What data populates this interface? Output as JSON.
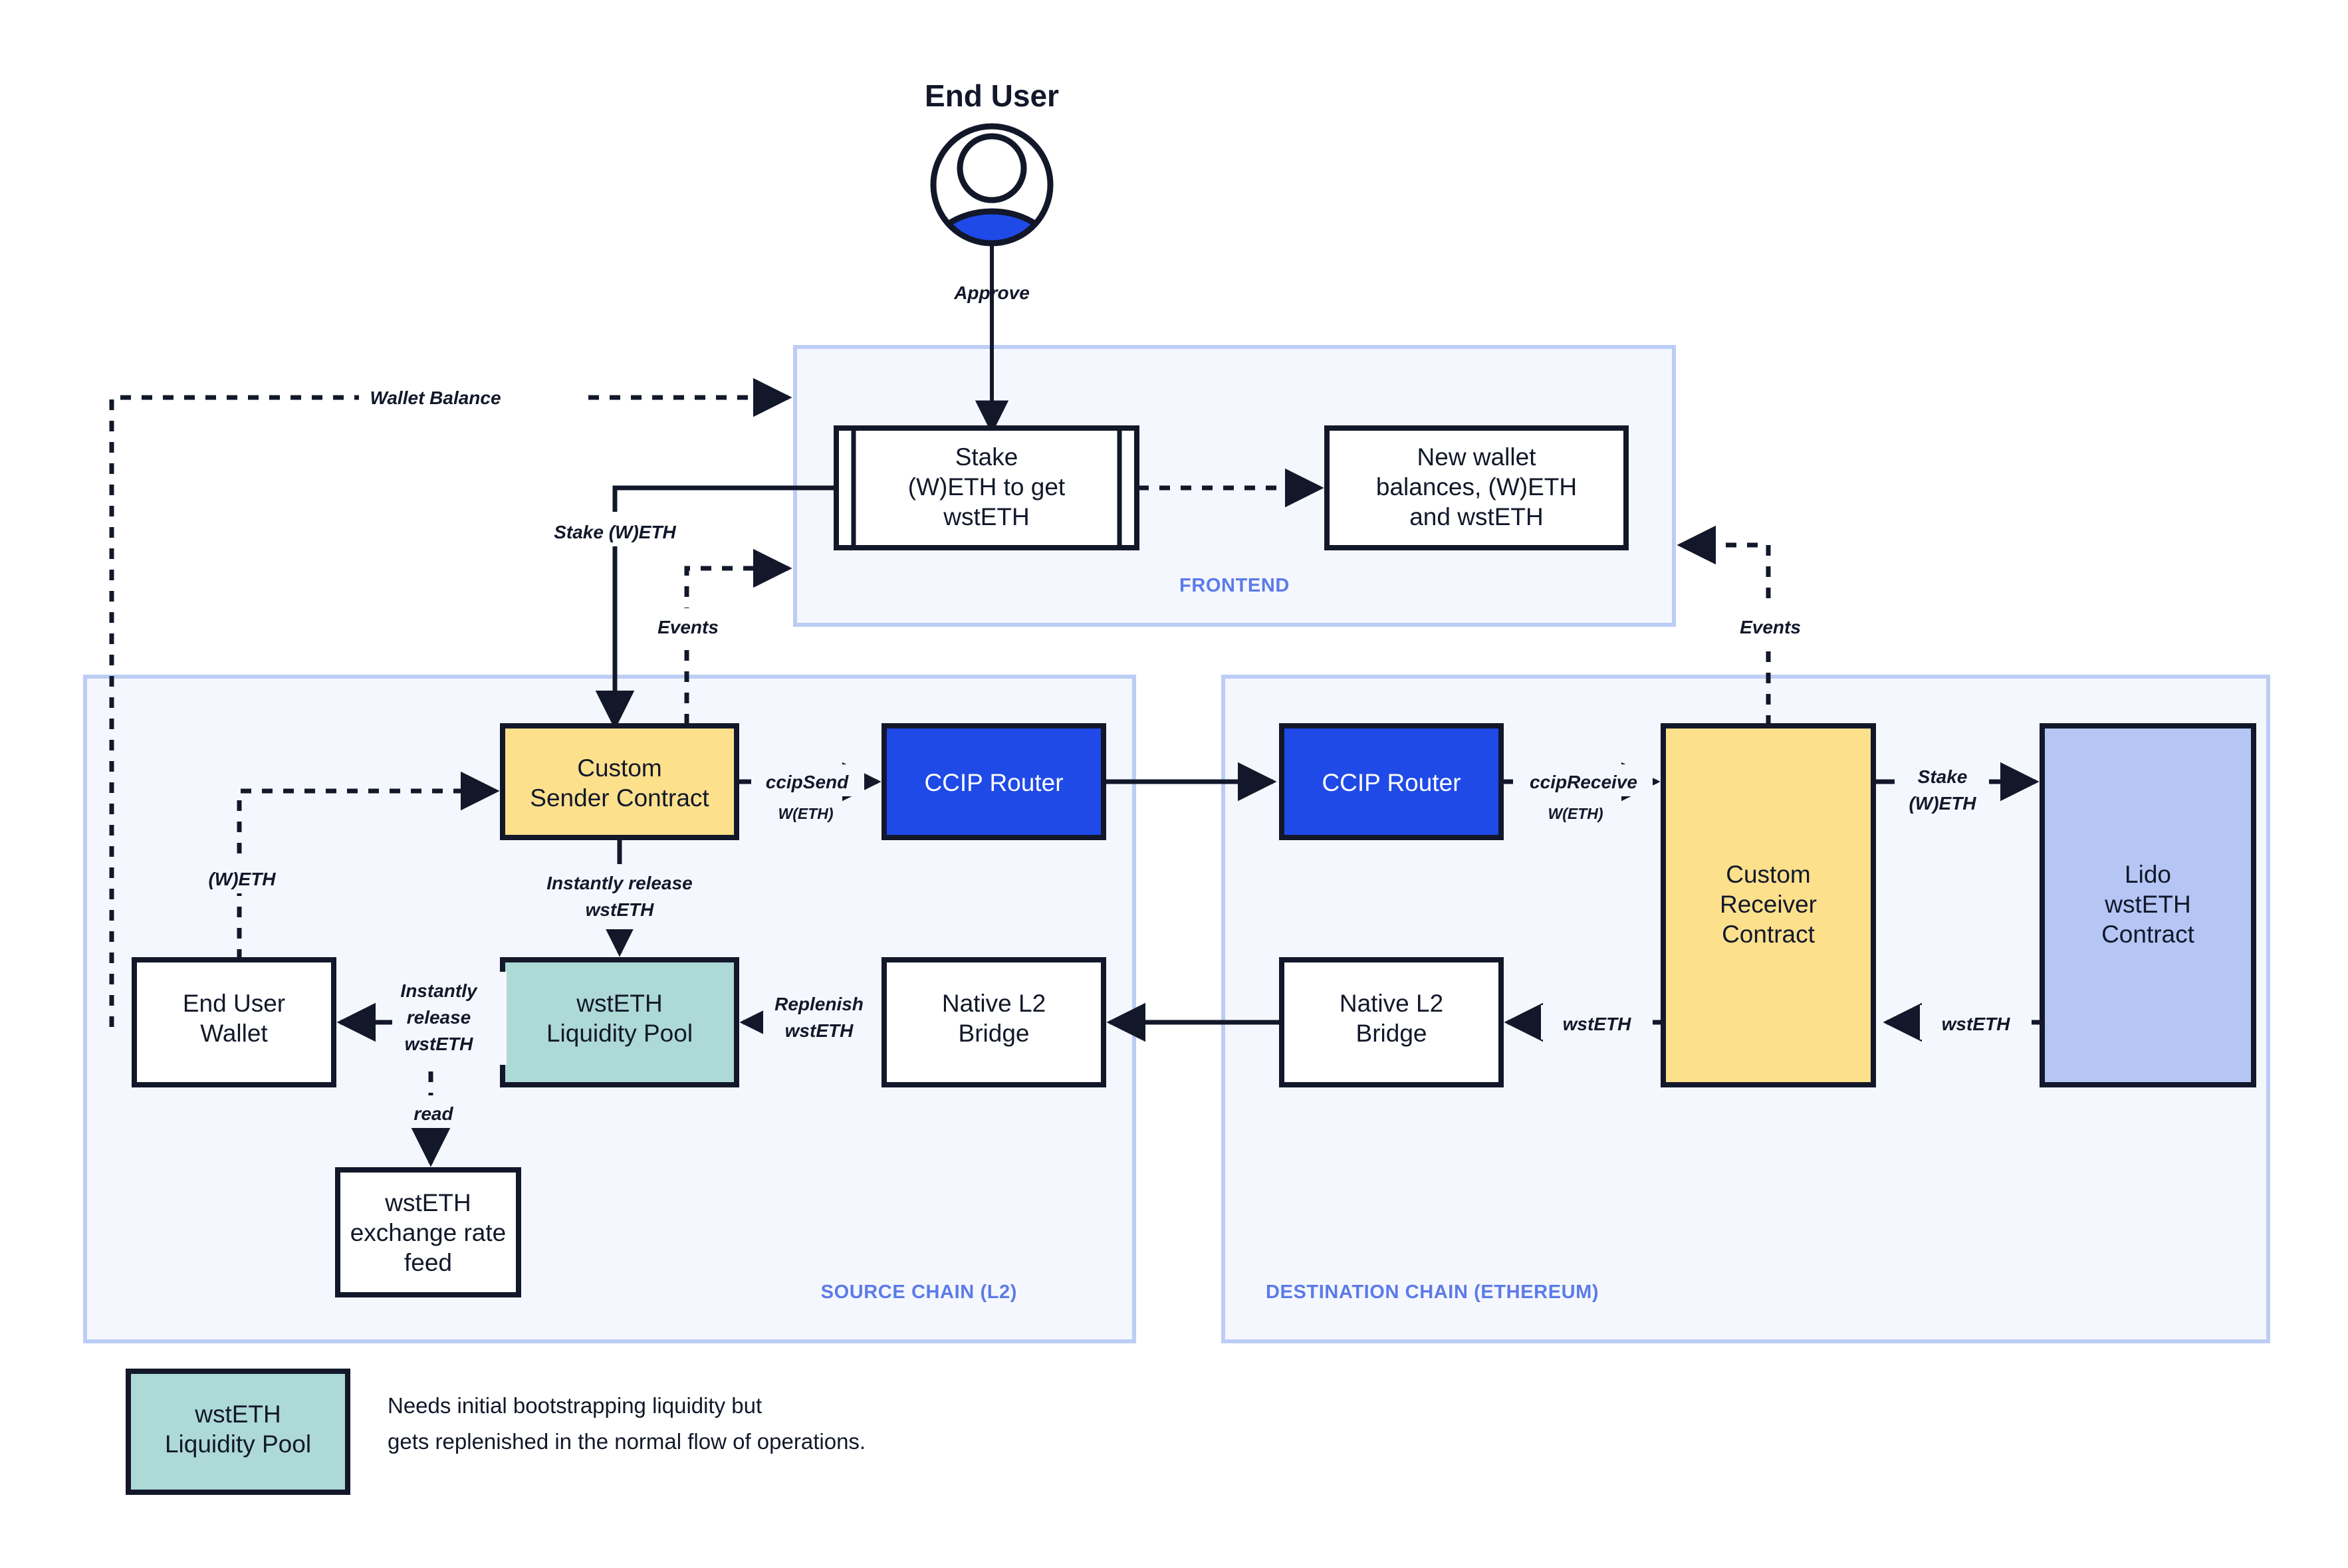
{
  "diagram": {
    "title": "End User",
    "actor_icon": "user-avatar-icon",
    "zones": [
      {
        "id": "frontend",
        "label": "FRONTEND"
      },
      {
        "id": "source",
        "label": "SOURCE CHAIN (L2)"
      },
      {
        "id": "destination",
        "label": "DESTINATION CHAIN (ETHEREUM)"
      }
    ],
    "nodes": {
      "stake_form": {
        "label_lines": [
          "Stake",
          "(W)ETH to get",
          "wstETH"
        ],
        "shape": "process",
        "fill": "#FFFFFF"
      },
      "new_balances": {
        "label_lines": [
          "New wallet",
          "balances, (W)ETH",
          "and wstETH"
        ],
        "shape": "rect",
        "fill": "#FFFFFF"
      },
      "sender_contract": {
        "label_lines": [
          "Custom",
          "Sender Contract"
        ],
        "shape": "rect",
        "fill": "#FCE08C"
      },
      "ccip_router_src": {
        "label_lines": [
          "CCIP Router"
        ],
        "shape": "rect",
        "fill": "#1F4AE8"
      },
      "ccip_router_dst": {
        "label_lines": [
          "CCIP Router"
        ],
        "shape": "rect",
        "fill": "#1F4AE8"
      },
      "receiver_contract": {
        "label_lines": [
          "Custom",
          "Receiver",
          "Contract"
        ],
        "shape": "rect",
        "fill": "#FCE08C"
      },
      "lido_contract": {
        "label_lines": [
          "Lido",
          "wstETH",
          "Contract"
        ],
        "shape": "rect",
        "fill": "#B5C6F5"
      },
      "end_user_wallet": {
        "label_lines": [
          "End User",
          "Wallet"
        ],
        "shape": "rect",
        "fill": "#FFFFFF"
      },
      "liquidity_pool": {
        "label_lines": [
          "wstETH",
          "Liquidity Pool"
        ],
        "shape": "rect",
        "fill": "#ADD9D7"
      },
      "native_bridge_src": {
        "label_lines": [
          "Native L2",
          "Bridge"
        ],
        "shape": "rect",
        "fill": "#FFFFFF"
      },
      "native_bridge_dst": {
        "label_lines": [
          "Native L2",
          "Bridge"
        ],
        "shape": "rect",
        "fill": "#FFFFFF"
      },
      "rate_feed": {
        "label_lines": [
          "wstETH",
          "exchange rate",
          "feed"
        ],
        "shape": "rect",
        "fill": "#FFFFFF"
      }
    },
    "edges": [
      {
        "id": "approve",
        "label": "Approve",
        "style": "solid"
      },
      {
        "id": "wallet-balance",
        "label": "Wallet Balance",
        "style": "dashed"
      },
      {
        "id": "stake-weth",
        "label": "Stake (W)ETH",
        "style": "solid"
      },
      {
        "id": "events-left",
        "label": "Events",
        "style": "dashed"
      },
      {
        "id": "events-right",
        "label": "Events",
        "style": "dashed"
      },
      {
        "id": "frontend-to-balances",
        "label": "",
        "style": "dashed"
      },
      {
        "id": "ccipsend",
        "label": "ccipSend",
        "sublabel": "W(ETH)",
        "style": "solid"
      },
      {
        "id": "ccipreceive",
        "label": "ccipReceive",
        "sublabel": "W(ETH)",
        "style": "solid"
      },
      {
        "id": "stake-weth-lido",
        "label_lines": [
          "Stake",
          "(W)ETH"
        ],
        "style": "solid"
      },
      {
        "id": "weth-wallet",
        "label": "(W)ETH",
        "style": "dashed"
      },
      {
        "id": "instantly-release-pool",
        "label_lines": [
          "Instantly release",
          "wstETH"
        ],
        "style": "solid"
      },
      {
        "id": "instantly-release-wallet",
        "label_lines": [
          "Instantly",
          "release",
          "wstETH"
        ],
        "style": "solid"
      },
      {
        "id": "replenish",
        "label_lines": [
          "Replenish",
          "wstETH"
        ],
        "style": "solid"
      },
      {
        "id": "wstETH-receiver-to-bridge",
        "label": "wstETH",
        "style": "solid"
      },
      {
        "id": "wstETH-lido-to-receiver",
        "label": "wstETH",
        "style": "solid"
      },
      {
        "id": "read",
        "label": "read",
        "style": "dashed"
      }
    ],
    "legend": {
      "swatch_label_lines": [
        "wstETH",
        "Liquidity Pool"
      ],
      "swatch_fill": "#ADD9D7",
      "note_lines": [
        "Needs initial bootstrapping liquidity but",
        "gets replenished in the normal flow of operations."
      ]
    },
    "colors": {
      "stroke": "#12182A",
      "zone_fill": "#F5F7FE",
      "zone_border": "#BCCDF5",
      "accent_blue": "#1F4AE8",
      "zone_label": "#5B7BE8"
    }
  }
}
